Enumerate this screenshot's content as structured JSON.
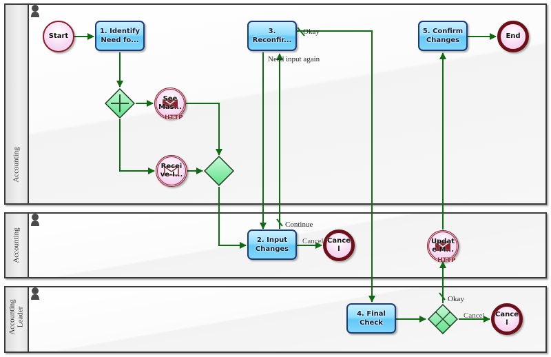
{
  "diagram": {
    "type": "BPMN process diagram",
    "lanes": [
      {
        "id": "lane1",
        "title": "Accounting",
        "icon": "person-icon"
      },
      {
        "id": "lane2",
        "title": "Accounting",
        "icon": "person-icon"
      },
      {
        "id": "lane3",
        "title": "Accounting\nLeader",
        "icon": "person-icon"
      }
    ],
    "events": {
      "start": {
        "label": "Start",
        "type": "start"
      },
      "end": {
        "label": "End",
        "type": "end"
      },
      "see_master": {
        "label": "See\nMas...",
        "type": "intermediate-message",
        "badge": "HTTP"
      },
      "receive": {
        "label": "Recei\nve-I...",
        "type": "intermediate-message-receive"
      },
      "cancel1": {
        "label": "Cance\nl",
        "type": "end"
      },
      "cancel2": {
        "label": "Cance\nl",
        "type": "end"
      },
      "update_master": {
        "label": "Updat\ne M...",
        "type": "intermediate-message",
        "badge": "HTTP"
      }
    },
    "tasks": {
      "t1": {
        "label": "1. Identify\nNeed fo..."
      },
      "t2": {
        "label": "2. Input\nChanges"
      },
      "t3": {
        "label": "3.\nReconfir..."
      },
      "t4": {
        "label": "4. Final\nCheck"
      },
      "t5": {
        "label": "5. Confirm\nChanges"
      }
    },
    "gateways": {
      "g_parallel_split": {
        "type": "parallel",
        "icon": "plus-icon"
      },
      "g_join": {
        "type": "exclusive-empty",
        "icon": "none"
      },
      "g_exclusive": {
        "type": "exclusive",
        "icon": "x-icon"
      }
    },
    "flow_labels": {
      "okay_top": "Okay",
      "need_input": "Need input again",
      "continue": "Continue",
      "cancel_lane2": "Cancel",
      "okay_bottom": "Okay",
      "cancel_lane3": "Cancel"
    },
    "flows": [
      {
        "from": "Start",
        "to": "1. Identify Need fo..."
      },
      {
        "from": "1. Identify Need fo...",
        "to": "parallel gateway"
      },
      {
        "from": "parallel gateway",
        "to": "See Mas..."
      },
      {
        "from": "parallel gateway",
        "to": "Recei ve-I..."
      },
      {
        "from": "See Mas...",
        "to": "join gateway"
      },
      {
        "from": "Recei ve-I...",
        "to": "join gateway"
      },
      {
        "from": "join gateway",
        "to": "2. Input Changes"
      },
      {
        "from": "3. Reconfir...",
        "to": "2. Input Changes",
        "label": "Need input again"
      },
      {
        "from": "2. Input Changes",
        "to": "3. Reconfir...",
        "label": "Continue"
      },
      {
        "from": "2. Input Changes",
        "to": "Cancel",
        "label": "Cancel"
      },
      {
        "from": "3. Reconfir...",
        "to": "4. Final Check",
        "label": "Okay"
      },
      {
        "from": "4. Final Check",
        "to": "exclusive gateway"
      },
      {
        "from": "exclusive gateway",
        "to": "Updat e M...",
        "label": "Okay"
      },
      {
        "from": "exclusive gateway",
        "to": "Cancel",
        "label": "Cancel"
      },
      {
        "from": "Updat e M...",
        "to": "5. Confirm Changes"
      },
      {
        "from": "5. Confirm Changes",
        "to": "End"
      }
    ],
    "colors": {
      "flow": "#0f6b12",
      "task_border": "#1b3a78",
      "task_fill": "#8fdcfc",
      "event_border": "#8a1f2a",
      "end_border": "#6d0f17",
      "gateway_fill": "#8ff0b0",
      "lane_border": "#3a3a3a"
    }
  }
}
